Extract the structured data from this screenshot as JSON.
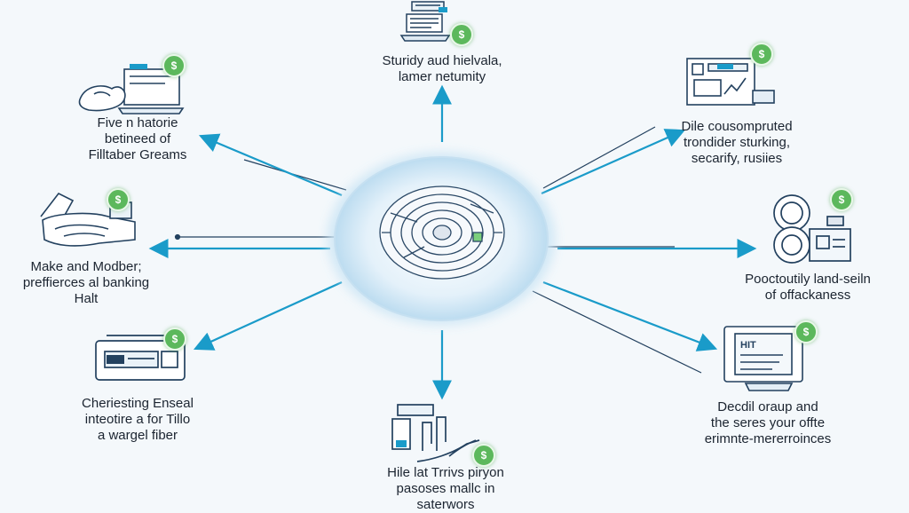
{
  "hub": {
    "icon": "circular-maze-disc-icon"
  },
  "nodes": [
    {
      "id": "top",
      "lines": [
        "Sturidy aud hielvala,",
        "lamer netumity"
      ],
      "badge": "$",
      "icon": "laptop-stack-icon"
    },
    {
      "id": "top-left",
      "lines": [
        "Five n hatorie",
        "betineed of",
        "Filltaber Greams"
      ],
      "badge": "$",
      "icon": "hand-laptop-icon"
    },
    {
      "id": "top-right",
      "lines": [
        "Dile cousompruted",
        "trondider sturking,",
        "secarify, rusiies"
      ],
      "badge": "$",
      "icon": "dashboard-board-icon"
    },
    {
      "id": "mid-left",
      "lines": [
        "Make and Modber;",
        "preffierces al banking",
        "Halt"
      ],
      "badge": "$",
      "icon": "hand-card-icon"
    },
    {
      "id": "mid-right",
      "lines": [
        "Pooctoutily land-seiln",
        "of offackaness"
      ],
      "badge": "$",
      "icon": "camera-safe-icon"
    },
    {
      "id": "bottom-left",
      "lines": [
        "Cheriesting Enseal",
        "inteotire a for Tillo",
        "a wargel fiber"
      ],
      "badge": "$",
      "icon": "card-terminal-icon"
    },
    {
      "id": "bottom-right",
      "lines": [
        "Decdil oraup and",
        "the seres your offte",
        "erimnte-mererroinces"
      ],
      "badge": "$",
      "icon": "document-screen-icon"
    },
    {
      "id": "bottom",
      "lines": [
        "Hile lat Trrivs piryon",
        "pasoses mallc in",
        "saterwors"
      ],
      "badge": "$",
      "icon": "hand-chart-icon"
    }
  ],
  "colors": {
    "arrow": "#1a9bc9",
    "line": "#23415f",
    "badge": "#5cb85c",
    "hub": "#d4eaf7"
  }
}
